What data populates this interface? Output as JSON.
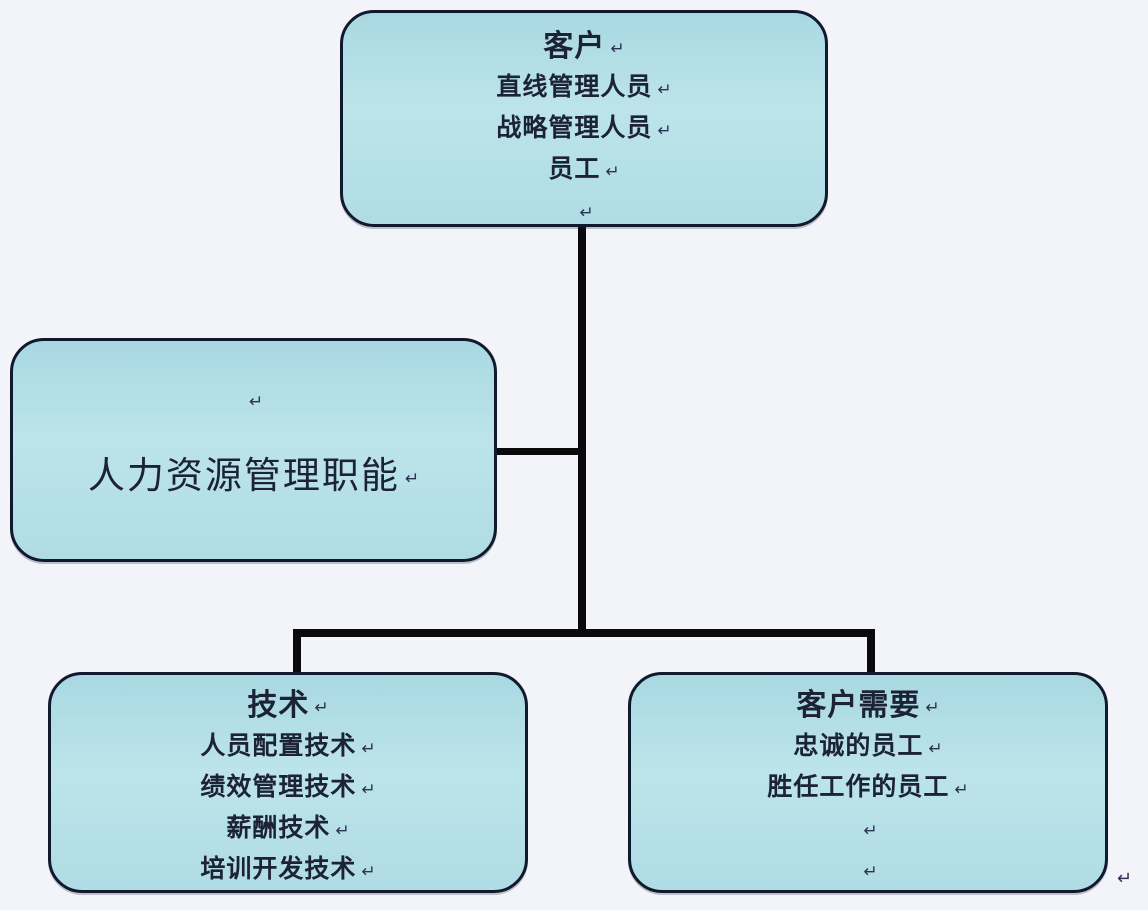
{
  "diagram": {
    "return_mark": "↵",
    "nodes": {
      "customer": {
        "title": "客户",
        "items": [
          "直线管理人员",
          "战略管理人员",
          "员工"
        ]
      },
      "hr_function": {
        "title": "人力资源管理职能"
      },
      "technology": {
        "title": "技术",
        "items": [
          "人员配置技术",
          "绩效管理技术",
          "薪酬技术",
          "培训开发技术"
        ]
      },
      "customer_needs": {
        "title": "客户需要",
        "items": [
          "忠诚的员工",
          "胜任工作的员工"
        ]
      }
    },
    "colors": {
      "background": "#f2f4fa",
      "node_fill": "#b2dde6",
      "node_border": "#111a2c",
      "connector": "#0a0a0c",
      "text": "#1c2238"
    }
  }
}
